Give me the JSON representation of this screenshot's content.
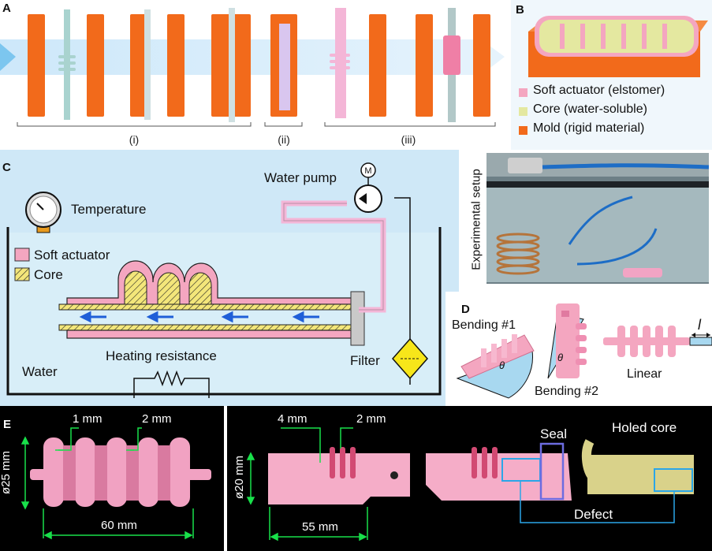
{
  "panel_a": {
    "label": "A",
    "groups": [
      "(i)",
      "(ii)",
      "(iii)"
    ]
  },
  "panel_b": {
    "label": "B",
    "legend": [
      {
        "text": "Soft actuator (elstomer)",
        "color": "#f4a6c0"
      },
      {
        "text": "Core (water-soluble)",
        "color": "#e4e8a0"
      },
      {
        "text": "Mold (rigid material)",
        "color": "#f26a1b"
      }
    ]
  },
  "panel_c": {
    "label": "C",
    "water_pump": "Water pump",
    "motor": "M",
    "temperature": "Temperature",
    "legend_actuator": "Soft actuator",
    "legend_core": "Core",
    "heating": "Heating resistance",
    "water": "Water",
    "filter": "Filter",
    "photo_label": "Experimental setup"
  },
  "panel_d": {
    "label": "D",
    "bending1": "Bending #1",
    "bending2": "Bending #2",
    "linear": "Linear",
    "theta": "θ",
    "l": "l"
  },
  "panel_e": {
    "label": "E",
    "d1": "1 mm",
    "d2": "2 mm",
    "diam25": "ø25 mm",
    "len60": "60 mm",
    "d4": "4 mm",
    "d2b": "2 mm",
    "diam20": "ø20 mm",
    "len55": "55 mm",
    "seal": "Seal",
    "holed": "Holed core",
    "defect": "Defect"
  },
  "colors": {
    "mold": "#f26a1b",
    "actuator": "#f4a6c0",
    "core": "#e4e8a0",
    "panel_bg": "#cfe8f7",
    "water": "#d8eef8"
  }
}
